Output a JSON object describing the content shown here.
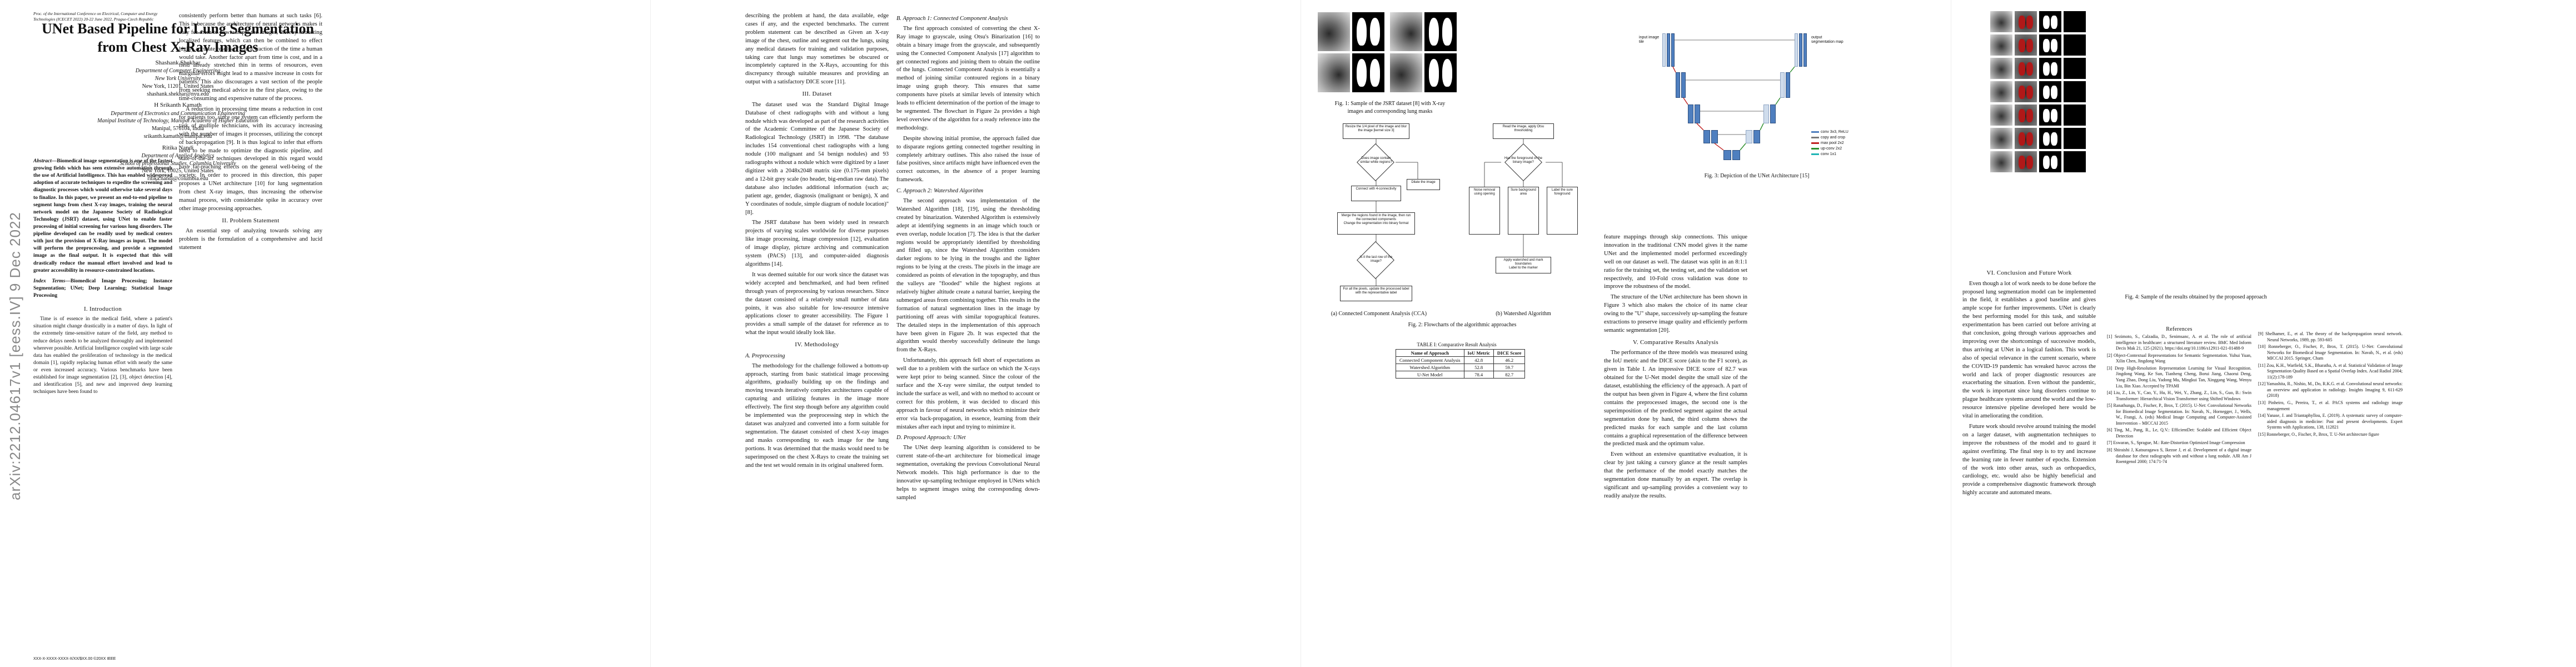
{
  "page1": {
    "conference": "Proc. of the International Conference on Electrical, Computer and Energy Technologies (ICECET 2022)\n20-22 June 2022, Prague-Czech Republic",
    "title": "UNet Based Pipeline for Lung Segmentation from Chest X-Ray Images",
    "arxiv_stamp": "arXiv:2212.04617v1  [eess.IV]  9 Dec 2022",
    "authors": [
      {
        "name": "Shashank Shekhar",
        "dept": "Department of Computer Engineering",
        "inst": "New York University",
        "addr": "New York, 11201, United States",
        "email": "shashank.shekhar@nyu.edu"
      },
      {
        "name": "H Srikanth Kamath",
        "dept": "Department of Electronics and Communication Engineering",
        "inst": "Manipal Institute of Technology, Manipal Academy of Higher Education",
        "addr": "Manipal, 576104, India",
        "email": "srikanth.kamath@manipal.edu"
      },
      {
        "name": "Ritika Nandi",
        "dept": "Department of Applied Analytics",
        "inst": "School of professional Studies, Columbia University",
        "addr": "New York, 10025, United States",
        "email": "ritika.nandi@columbia.edu"
      }
    ],
    "abstract_label": "Abstract",
    "abstract": "—Biomedical image segmentation is one of the fastest growing fields which has seen extensive automation through the use of Artificial Intelligence. This has enabled widespread adoption of accurate techniques to expedite the screening and diagnostic processes which would otherwise take several days to finalize. In this paper, we present an end-to-end pipeline to segment lungs from chest X-ray images, training the neural network model on the Japanese Society of Radiological Technology (JSRT) dataset, using UNet to enable faster processing of initial screening for various lung disorders. The pipeline developed can be readily used by medical centers with just the provision of X-Ray images as input. The model will perform the preprocessing, and provide a segmented image as the final output. It is expected that this will drastically reduce the manual effort involved and lead to greater accessibility in resource-constrained locations.",
    "index_label": "Index Terms",
    "index_terms": "—Biomedical Image Processing; Instance Segmentation; UNet; Deep Learning; Statistical Image Processing",
    "intro_heading": "I. Introduction",
    "intro": "Time is of essence in the medical field, where a patient's situation might change drastically in a matter of days. In light of the extremely time-sensitive nature of the field, any method to reduce delays needs to be analyzed thoroughly and implemented wherever possible. Artificial Intelligence coupled with large scale data has enabled the proliferation of technology in the medical domain [1], rapidly replacing human effort with nearly the same or even increased accuracy. Various benchmarks have been established for image segmentation [2], [3], object detection [4], and identification [5], and new and improved deep learning techniques have been found to",
    "col2_p1": "consistently perform better than humans at such tasks [6]. This is because the architecture of neural networks makes it easy for them to downsample the images, thereby extracting localized features, which can then be combined to effect highly accurate results [7], in a fraction of the time a human would take. Another factor apart from time is cost, and in a field already stretched thin in terms of resources, even marginal errors might lead to a massive increase in costs for patients. This also discourages a vast section of the people from seeking medical advice in the first place, owing to the time-consuming and expensive nature of the process.",
    "col2_p2": "A reduction in processing time means a reduction in cost for patients too, since one system can efficiently perform the task of multiple technicians, with its accuracy increasing with the number of images it processes, utilizing the concept of backpropagation [9]. It is thus logical to infer that efforts need to be made to optimize the diagnostic pipeline, and state-of-the-art techniques developed in this regard would have far-reaching effects on the general well-being of the society. In order to proceed in this direction, this paper proposes a UNet architecture [10] for lung segmentation from chest X-ray images, thus increasing the otherwise manual process, with considerable spike in accuracy over other image processing approaches.",
    "problem_heading": "II. Problem Statement",
    "problem": "An essential step of analyzing towards solving any problem is the formulation of a comprehensive and lucid statement",
    "footer": "XXX-X-XXXX-XXXX-X/XX/$XX.00 ©20XX IEEE"
  },
  "page2": {
    "col1_p1": "describing the problem at hand, the data available, edge cases if any, and the expected benchmarks. The current problem statement can be described as Given an X-ray image of the chest, outline and segment out the lungs, using any medical datasets for training and validation purposes, taking care that lungs may sometimes be obscured or incompletely captured in the X-Rays, accounting for this discrepancy through suitable measures and providing an output with a satisfactory DICE score [11].",
    "dataset_heading": "III. Dataset",
    "dataset_p1": "The dataset used was the Standard Digital Image Database of chest radiographs with and without a lung nodule which was developed as part of the research activities of the Academic Committee of the Japanese Society of Radiological Technology (JSRT) in 1998. \"The database includes 154 conventional chest radiographs with a lung nodule (100 malignant and 54 benign nodules) and 93 radiographs without a nodule which were digitized by a laser digitizer with a 2048x2048 matrix size (0.175-mm pixels) and a 12-bit grey scale (no header, big-endian raw data). The database also includes additional information (such as; patient age, gender, diagnosis (malignant or benign), X and Y coordinates of nodule, simple diagram of nodule location)\" [8].",
    "dataset_p2": "The JSRT database has been widely used in research projects of varying scales worldwide for diverse purposes like image processing, image compression [12], evaluation of image display, picture archiving and communication system (PACS) [13], and computer-aided diagnosis algorithms [14].",
    "dataset_p3": "It was deemed suitable for our work since the dataset was widely accepted and benchmarked, and had been refined through years of preprocessing by various researchers. Since the dataset consisted of a relatively small number of data points, it was also suitable for low-resource intensive applications closer to greater accessibility. The Figure 1 provides a small sample of the dataset for reference as to what the input would ideally look like.",
    "method_heading": "IV. Methodology",
    "preproc_heading": "A. Preprocessing",
    "preproc": "The methodology for the challenge followed a bottom-up approach, starting from basic statistical image processing algorithms, gradually building up on the findings and moving towards iteratively complex architectures capable of capturing and utilizing features in the image more effectively. The first step though before any algorithm could be implemented was the preprocessing step in which the dataset was analyzed and converted into a form suitable for segmentation. The dataset consisted of chest X-ray images and masks corresponding to each image for the lung portions. It was determined that the masks would need to be superimposed on the chest X-Rays to create the training set and the test set would remain in its original unaltered form.",
    "cca_heading": "B. Approach 1: Connected Component Analysis",
    "cca": "The first approach consisted of converting the chest X-Ray image to grayscale, using Otsu's Binarization [16] to obtain a binary image from the grayscale, and subsequently using the Connected Component Analysis [17] algorithm to get connected regions and joining them to obtain the outline of the lungs. Connected Component Analysis is essentially a method of joining similar contoured regions in a binary image using graph theory. This ensures that same components have pixels at similar levels of intensity which leads to efficient determination of the portion of the image to be segmented. The flowchart in Figure 2a provides a high level overview of the algorithm for a ready reference into the methodology.",
    "cca2": "Despite showing initial promise, the approach failed due to disparate regions getting connected together resulting in completely arbitrary outlines. This also raised the issue of false positives, since artifacts might have influenced even the correct outcomes, in the absence of a proper learning framework.",
    "ws_heading": "C. Approach 2: Watershed Algorithm",
    "ws": "The second approach was implementation of the Watershed Algorithm [18], [19], using the thresholding created by binarization. Watershed Algorithm is extensively adept at identifying segments in an image which touch or even overlap, nodule location [7]. The idea is that the darker regions would be appropriately identified by thresholding and filled up, since the Watershed Algorithm considers darker regions to be lying in the troughs and the lighter regions to be lying at the crests. The pixels in the image are considered as points of elevation in the topography, and thus the valleys are \"flooded\" while the highest regions at relatively higher altitude create a natural barrier, keeping the submerged areas from combining together. This results in the formation of natural segmentation lines in the image by partitioning off areas with similar topographical features. The detailed steps in the implementation of this approach have been given in Figure 2b. It was expected that the algorithm would thereby successfully delineate the lungs from the X-Rays.",
    "ws2": "Unfortunately, this approach fell short of expectations as well due to a problem with the surface on which the X-rays were kept prior to being scanned. Since the colour of the surface and the X-ray were similar, the output tended to include the surface as well, and with no method to account or correct for this problem, it was decided to discard this approach in favour of neural networks which minimize their error via back-propagation, in essence, learning from their mistakes after each input and trying to minimize it.",
    "unet_heading": "D. Proposed Approach: UNet",
    "unet": "The UNet deep learning algorithm is considered to be current state-of-the-art architecture for biomedical image segmentation, overtaking the previous Convolutional Neural Network models. This high performance is due to the innovative up-sampling technique employed in UNets which helps to segment images using the corresponding down-sampled"
  },
  "page3": {
    "fig1_caption": "Fig. 1: Sample of the JSRT dataset [8] with X-ray images and corresponding lung masks",
    "fig2a_caption": "(a) Connected Component Analysis (CCA)",
    "fig2b_caption": "(b) Watershed Algorithm",
    "fig2_caption": "Fig. 2: Flowcharts of the algorithmic approaches",
    "flow_a": {
      "start": "Resize the 1/4 pixel of the image and blur the image [kernel size 3]",
      "q1": "Does image contain similar white regions?",
      "b1": "Dilate the image",
      "b2": "Connect with 4-connectivity",
      "b3": "Merge the regions found in the image, then run the connected components",
      "b4": "Change the segmentation into binary format",
      "q2": "Is it the last row of the image?",
      "end": "For all the pixels, update the processed label with the representative label"
    },
    "flow_b": {
      "start": "Read the image, apply Otsu thresholding",
      "q1": "Has the foreground of the binary image?",
      "b1": "Noise removal using opening",
      "b2": "Sure background area",
      "b3": "Label the sure foreground",
      "b4": "Apply watershed and mark boundaries",
      "end": "Label to the marker"
    },
    "table_caption": "TABLE I: Comparative Result Analysis",
    "table_headers": [
      "Name of Approach",
      "IoU Metric",
      "DICE Score"
    ],
    "table_rows": [
      [
        "Connected Component Analysis",
        "42.8",
        "46.2"
      ],
      [
        "Watershed Algorithm",
        "52.8",
        "59.7"
      ],
      [
        "U-Net Model",
        "78.4",
        "82.7"
      ]
    ],
    "col2_p1": "feature mappings through skip connections. This unique innovation in the traditional CNN model gives it the name UNet and the implemented model performed exceedingly well on our dataset as well. The dataset was split in an 8:1:1 ratio for the training set, the testing set, and the validation set respectively, and 10-Fold cross validation was done to improve the robustness of the model.",
    "col2_p2": "The structure of the UNet architecture has been shown in Figure 3 which also makes the choice of its name clear owing to the \"U\" shape, successively up-sampling the feature extractions to preserve image quality and efficiently perform semantic segmentation [20].",
    "results_heading": "V. Comparative Results Analysis",
    "results_p1": "The performance of the three models was measured using the IoU metric and the DICE score (akin to the F1 score), as given in Table I. An impressive DICE score of 82.7 was obtained for the U-Net model despite the small size of the dataset, establishing the efficiency of the approach. A part of the output has been given in Figure 4, where the first column contains the preprocessed images, the second one is the superimposition of the predicted segment against the actual segmentation done by hand, the third column shows the predicted masks for each sample and the last column contains a graphical representation of the difference between the predicted mask and the optimum value.",
    "results_p2": "Even without an extensive quantitative evaluation, it is clear by just taking a cursory glance at the result samples that the performance of the model exactly matches the segmentation done manually by an expert. The overlap is significant and up-sampling provides a convenient way to readily analyze the results."
  },
  "page4": {
    "unet_legend": [
      "conv 3x3, ReLU",
      "copy and crop",
      "max pool 2x2",
      "up-conv 2x2",
      "conv 1x1"
    ],
    "unet_input_label": "input image tile",
    "unet_output_label": "output segmentation map",
    "fig3_caption": "Fig. 3: Depiction of the UNet Architecture [15]",
    "fig4_caption": "Fig. 4: Sample of the results obtained by the proposed approach",
    "conclusion_heading": "VI. Conclusion and Future Work",
    "conclusion_p1": "Even though a lot of work needs to be done before the proposed lung segmentation model can be implemented in the field, it establishes a good baseline and gives ample scope for further improvements. UNet is clearly the best performing model for this task, and suitable experimentation has been carried out before arriving at that conclusion, going through various approaches and improving over the shortcomings of successive models, thus arriving at UNet in a logical fashion. This work is also of special relevance in the current scenario, where the COVID-19 pandemic has wreaked havoc across the world and lack of proper diagnostic resources are exacerbating the situation. Even without the pandemic, the work is important since lung disorders continue to plague healthcare systems around the world and the low-resource intensive pipeline developed here would be vital in ameliorating the condition.",
    "conclusion_p2": "Future work should revolve around training the model on a larger dataset, with augmentation techniques to improve the robustness of the model and to guard it against overfitting. The final step is to try and increase the learning rate in fewer number of epochs. Extension of the work into other areas, such as orthopaedics, cardiology, etc. would also be highly beneficial and provide a comprehensive diagnostic framework through highly accurate and automated means.",
    "refs_heading": "References",
    "refs_left": [
      "[1] Sezimoto, S., Calzadia, D., Senimsanc, A. et al. The role of artificial intelligence in healthcare: a structured literature review. BMC Med Inform Decis Mak 21, 125 (2021). https://doi.org/10.1186/s12911-021-01488-9",
      "[2] Object-Contextual Representations for Semantic Segmentation. Yuhui Yuan, Xilin Chen, Jingdong Wang",
      "[3] Deep High-Resolution Representation Learning for Visual Recognition. Jingdong Wang, Ke Sun, Tianheng Cheng, Borui Jiang, Chaorui Deng, Yang Zhao, Dong Liu, Yadong Mu, Mingkui Tan, Xinggang Wang, Wenyu Liu, Bin Xiao. Accepted by TPAMI",
      "[4] Liu, Z., Lin, Y., Cao, Y., Hu, H., Wei, Y., Zhang, Z., Lin, S., Guo, B.: Swin Transformer: Hierarchical Vision Transformer using Shifted Windows",
      "[5] Ranathunga, D., Fischer, P., Brox, T. (2015). U-Net: Convolutional Networks for Biomedical Image Segmentation. In: Navab, N., Hornegger, J., Wells, W., Frangi, A. (eds) Medical Image Computing and Computer-Assisted Intervention – MICCAI 2015",
      "[6] Ting, M., Pang, R., Le, Q.V.: EfficientDet: Scalable and Efficient Object Detection",
      "[7] Eswaran, S., Sprague, M.: Rate-Distortion Optimized Image Compression",
      "[8] Shiraishi J, Katsuragawa S, Ikezoe J, et al. Development of a digital image database for chest radiographs with and without a lung nodule. AJR Am J Roentgenol 2000; 174:71-74"
    ],
    "refs_right": [
      "[9] Shelhamer, E., et al. The theory of the backpropagation neural network. Neural Networks, 1989, pp. 593-605",
      "[10] Ronneberger, O., Fischer, P., Brox, T. (2015). U-Net: Convolutional Networks for Biomedical Image Segmentation. In: Navab, N., et al. (eds) MICCAI 2015. Springer, Cham",
      "[11] Zou, K.H., Warfield, S.K., Bharatha, A. et al. Statistical Validation of Image Segmentation Quality Based on a Spatial Overlap Index. Acad Radiol 2004; 11(2):178-189",
      "[12] Yamashita, R., Nishio, M., Do, R.K.G. et al. Convolutional neural networks: an overview and application in radiology. Insights Imaging 9, 611-629 (2018)",
      "[13] Pinheiro, G., Pereira, T., et al. PACS systems and radiology image management",
      "[14] Yanase, J. and Triantaphyllou, E. (2019). A systematic survey of computer-aided diagnosis in medicine: Past and present developments. Expert Systems with Applications, 138, 112821",
      "[15] Ronneberger, O., Fischer, P., Brox, T. U-Net architecture figure"
    ]
  }
}
